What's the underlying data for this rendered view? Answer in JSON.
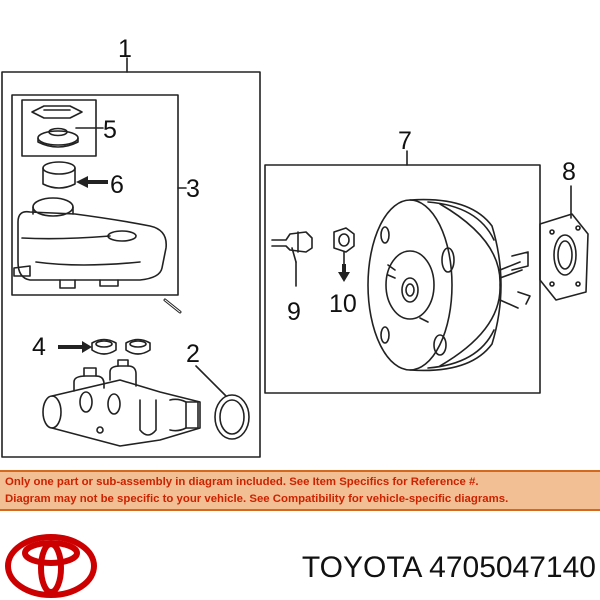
{
  "callouts": {
    "c1": "1",
    "c2": "2",
    "c3": "3",
    "c4": "4",
    "c5": "5",
    "c6": "6",
    "c7": "7",
    "c8": "8",
    "c9": "9",
    "c10": "10"
  },
  "notice": {
    "line1": "Only one part or sub-assembly in diagram included. See Item Specifics for Reference #.",
    "line2": "Diagram may not be specific to your vehicle. See Compatibility for vehicle-specific diagrams."
  },
  "brand": {
    "name": "TOYOTA",
    "part_number": "4705047140",
    "logo_color": "#cc0000"
  },
  "colors": {
    "notice_bg": "#f2bf94",
    "notice_text": "#cc2200",
    "line": "#222222"
  }
}
